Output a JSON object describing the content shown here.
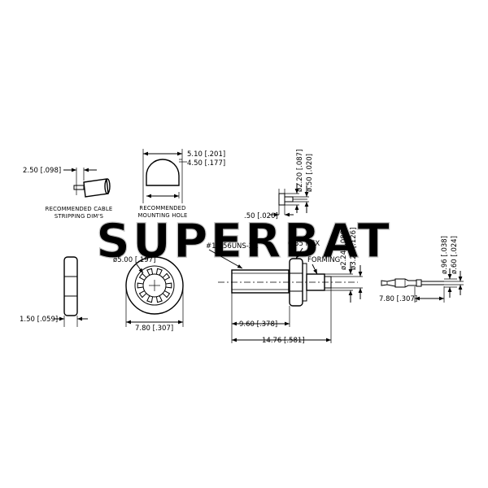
{
  "watermark": "SUPERBAT",
  "dimensions": {
    "strip_length": "2.50 [.098]",
    "hole_width": "5.10 [.201]",
    "hole_flat": "4.50 [.177]",
    "pin_dia_outer": "ø2.20 [.087]",
    "pin_dia_inner": "ø.50 [.020]",
    "pin_gap": ".50 [.020]",
    "thread_spec": "#10-56UNS-2A",
    "hex_size": "6.35 HEX",
    "forming": "FORMING",
    "crimp_dia_outer": "ø2.24 [.088]",
    "crimp_dia_inner": "ø3.20 [.126]",
    "washer_dia": "ø5.00 [.197]",
    "nut_thickness": "1.50 [.059]",
    "washer_width": "7.80 [.307]",
    "thread_length": "9.60 [.378]",
    "overall_length": "14.76 [.581]",
    "contact_dia_outer": "ø.96 [.038]",
    "contact_dia_inner": "ø.60 [.024]",
    "contact_length": "7.80 [.307]"
  },
  "captions": {
    "cable_line1": "RECOMMENDED CABLE",
    "cable_line2": "STRIPPING DIM'S",
    "hole_line1": "RECOMMENDED",
    "hole_line2": "MOUNTING HOLE"
  }
}
